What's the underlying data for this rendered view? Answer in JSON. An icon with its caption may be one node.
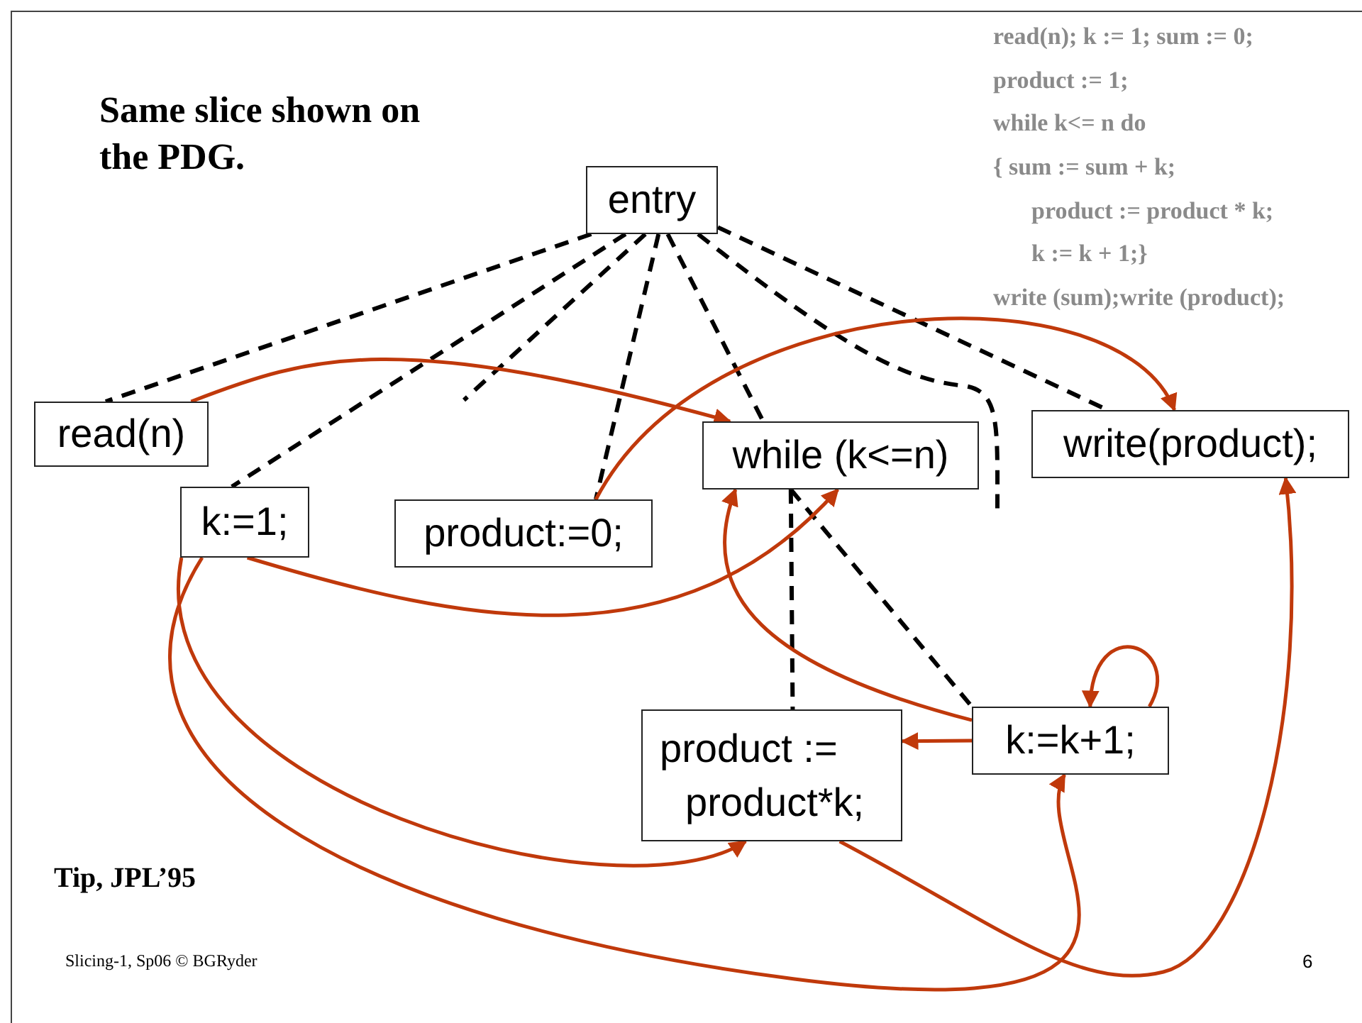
{
  "diagram": {
    "title": "Same slice shown on the PDG.",
    "nodes": [
      {
        "text": [
          "entry"
        ]
      },
      {
        "text": [
          "read(n)"
        ]
      },
      {
        "text": [
          "k:=1;"
        ]
      },
      {
        "text": [
          "product:=0;"
        ]
      },
      {
        "text": [
          "while (k<=n)"
        ]
      },
      {
        "text": [
          "write(product);"
        ]
      },
      {
        "text": [
          "product := product*k;"
        ]
      },
      {
        "text": [
          "k:=k+1;"
        ]
      }
    ],
    "edges": [
      {
        "from": 0,
        "to": 1,
        "arrow": "none",
        "style": "dashed"
      },
      {
        "from": 0,
        "to": 2,
        "arrow": "none",
        "style": "dashed"
      },
      {
        "from": 0,
        "to": null,
        "arrow": "none",
        "style": "dashed"
      },
      {
        "from": 0,
        "to": 3,
        "arrow": "none",
        "style": "dashed"
      },
      {
        "from": 0,
        "to": 4,
        "arrow": "none",
        "style": "dashed"
      },
      {
        "from": 0,
        "to": null,
        "arrow": "none",
        "style": "dashed"
      },
      {
        "from": 0,
        "to": 5,
        "arrow": "none",
        "style": "dashed"
      },
      {
        "from": 4,
        "to": 6,
        "arrow": "none",
        "style": "dashed"
      },
      {
        "from": 4,
        "to": 7,
        "arrow": "none",
        "style": "dashed"
      },
      {
        "from": 1,
        "to": 4,
        "arrow": "to",
        "color": "#c0390b"
      },
      {
        "from": 3,
        "to": 5,
        "arrow": "to",
        "color": "#c0390b"
      },
      {
        "from": 2,
        "to": 4,
        "arrow": "to",
        "color": "#c0390b"
      },
      {
        "from": 2,
        "to": 6,
        "arrow": "to",
        "color": "#c0390b"
      },
      {
        "from": 2,
        "to": 7,
        "arrow": "to",
        "color": "#c0390b"
      },
      {
        "from": 7,
        "to": 4,
        "arrow": "to",
        "color": "#c0390b"
      },
      {
        "from": 7,
        "to": 6,
        "arrow": "to",
        "color": "#c0390b"
      },
      {
        "from": 7,
        "to": 7,
        "arrow": "to",
        "color": "#c0390b"
      },
      {
        "from": 6,
        "to": 5,
        "arrow": "to",
        "color": "#c0390b"
      }
    ],
    "labels": [
      "read(n);  k := 1; sum := 0;",
      "product := 1;",
      "while k<= n do",
      "{ sum := sum + k;",
      "product := product * k;",
      "k := k + 1;}",
      "write (sum);write (product);",
      "Tip, JPL’95",
      "Slicing-1, Sp06 © BGRyder",
      "6"
    ]
  }
}
